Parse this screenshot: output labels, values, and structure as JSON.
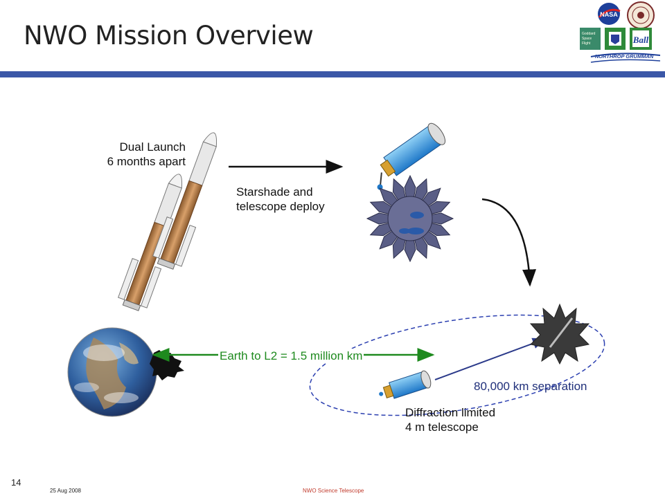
{
  "slide": {
    "title": "NWO Mission Overview",
    "page_number": "14",
    "date": "25 Aug 2008",
    "footer_center": "NWO Science Telescope"
  },
  "logos": {
    "nasa": "NASA",
    "goddard": "Goddard Space Flight Center",
    "northrop": "NORTHROP GRUMMAN",
    "ball": "Ball",
    "university": "University of Colorado"
  },
  "labels": {
    "launch_line1": "Dual Launch",
    "launch_line2": "6 months apart",
    "deploy_line1": "Starshade and",
    "deploy_line2": "telescope deploy",
    "earth_l2": "Earth to L2 = 1.5 million km",
    "separation": "80,000 km separation",
    "telescope_line1": "Diffraction limited",
    "telescope_line2": "4 m telescope"
  },
  "colors": {
    "title_rule": "#3b57a7",
    "green_arrow": "#1e8a1e",
    "orbit_dashed": "#2b3fb0",
    "separation_line": "#2b3a8a",
    "starshade": "#5a5e86"
  }
}
